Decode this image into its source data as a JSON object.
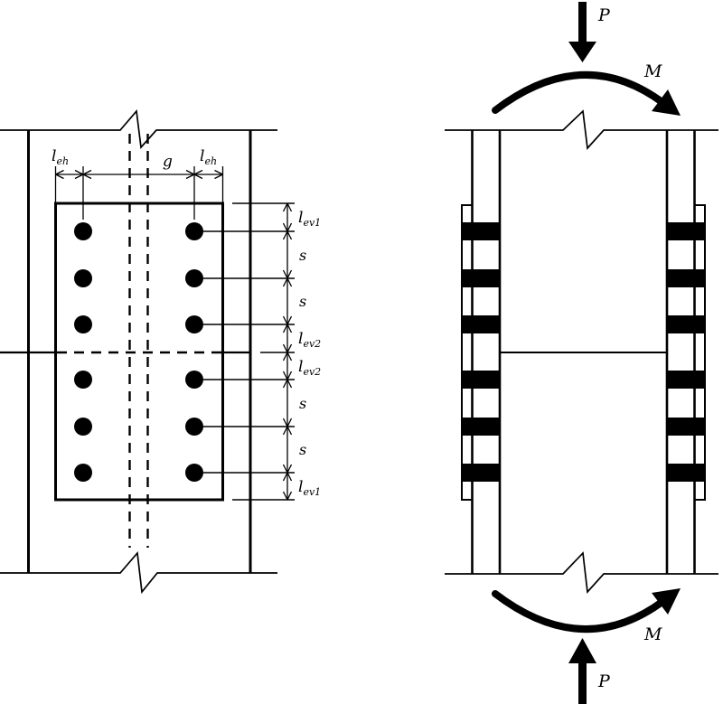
{
  "figure": {
    "background": "#ffffff",
    "ink": "#000000",
    "description": "Bolted column flange splice: elevation view with bolt gauge/pitch dimensions and side view with applied axial load and moment",
    "views": {
      "elevation": {
        "bolt_rows": 6,
        "bolt_columns": 2,
        "dimensions": {
          "horizontal": [
            {
              "main": "l",
              "sub": "eh"
            },
            {
              "main": "g",
              "sub": ""
            },
            {
              "main": "l",
              "sub": "eh"
            }
          ],
          "vertical": [
            {
              "main": "l",
              "sub": "ev1"
            },
            {
              "main": "s",
              "sub": ""
            },
            {
              "main": "s",
              "sub": ""
            },
            {
              "main": "l",
              "sub": "ev2"
            },
            {
              "main": "l",
              "sub": "ev2"
            },
            {
              "main": "s",
              "sub": ""
            },
            {
              "main": "s",
              "sub": ""
            },
            {
              "main": "l",
              "sub": "ev1"
            }
          ]
        }
      },
      "side": {
        "bolt_rows_per_flange": 6,
        "loads": {
          "axial_top": "P",
          "moment_top": "M",
          "moment_bottom": "M",
          "axial_bottom": "P"
        }
      }
    }
  }
}
